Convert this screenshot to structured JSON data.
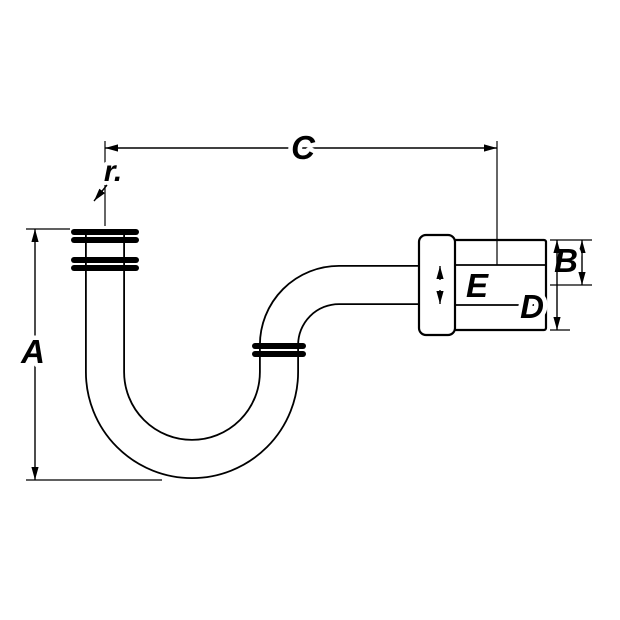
{
  "figure": {
    "background": "#ffffff",
    "line_color": "#000000"
  },
  "dimensions": {
    "A": "A",
    "B": "B",
    "C": "C",
    "D": "D",
    "E": "E",
    "r": "r."
  }
}
